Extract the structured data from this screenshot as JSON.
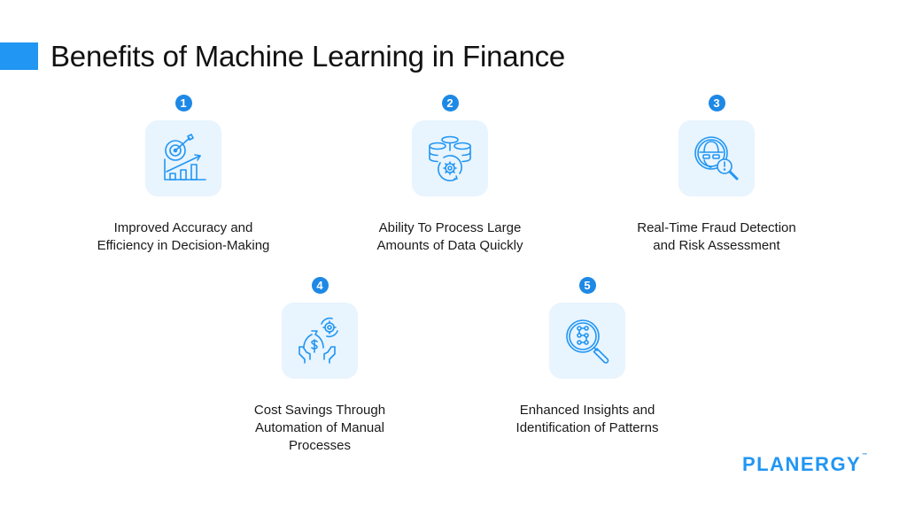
{
  "header": {
    "title": "Benefits of Machine Learning in Finance",
    "accent_color": "#2196f3"
  },
  "items": [
    {
      "number": "1",
      "icon": "target-growth-chart-icon",
      "label_line1": "Improved Accuracy and",
      "label_line2": "Efficiency in Decision-Making",
      "label_line3": ""
    },
    {
      "number": "2",
      "icon": "database-gear-sync-icon",
      "label_line1": "Ability To Process Large",
      "label_line2": "Amounts of Data Quickly",
      "label_line3": ""
    },
    {
      "number": "3",
      "icon": "fraud-detection-magnifier-icon",
      "label_line1": "Real-Time Fraud Detection",
      "label_line2": "and Risk Assessment",
      "label_line3": ""
    },
    {
      "number": "4",
      "icon": "hands-money-gear-icon",
      "label_line1": "Cost Savings Through",
      "label_line2": "Automation of Manual",
      "label_line3": "Processes"
    },
    {
      "number": "5",
      "icon": "pattern-magnifier-icon",
      "label_line1": "Enhanced Insights and",
      "label_line2": "Identification of Patterns",
      "label_line3": ""
    }
  ],
  "colors": {
    "badge": "#1e88e5",
    "tile_bg": "#e8f4fe",
    "icon_stroke": "#2196f3",
    "logo": "#2196f3",
    "logo_accent": "#ff5722"
  },
  "brand": {
    "logo_text": "PLANERGY",
    "trademark": "™"
  }
}
